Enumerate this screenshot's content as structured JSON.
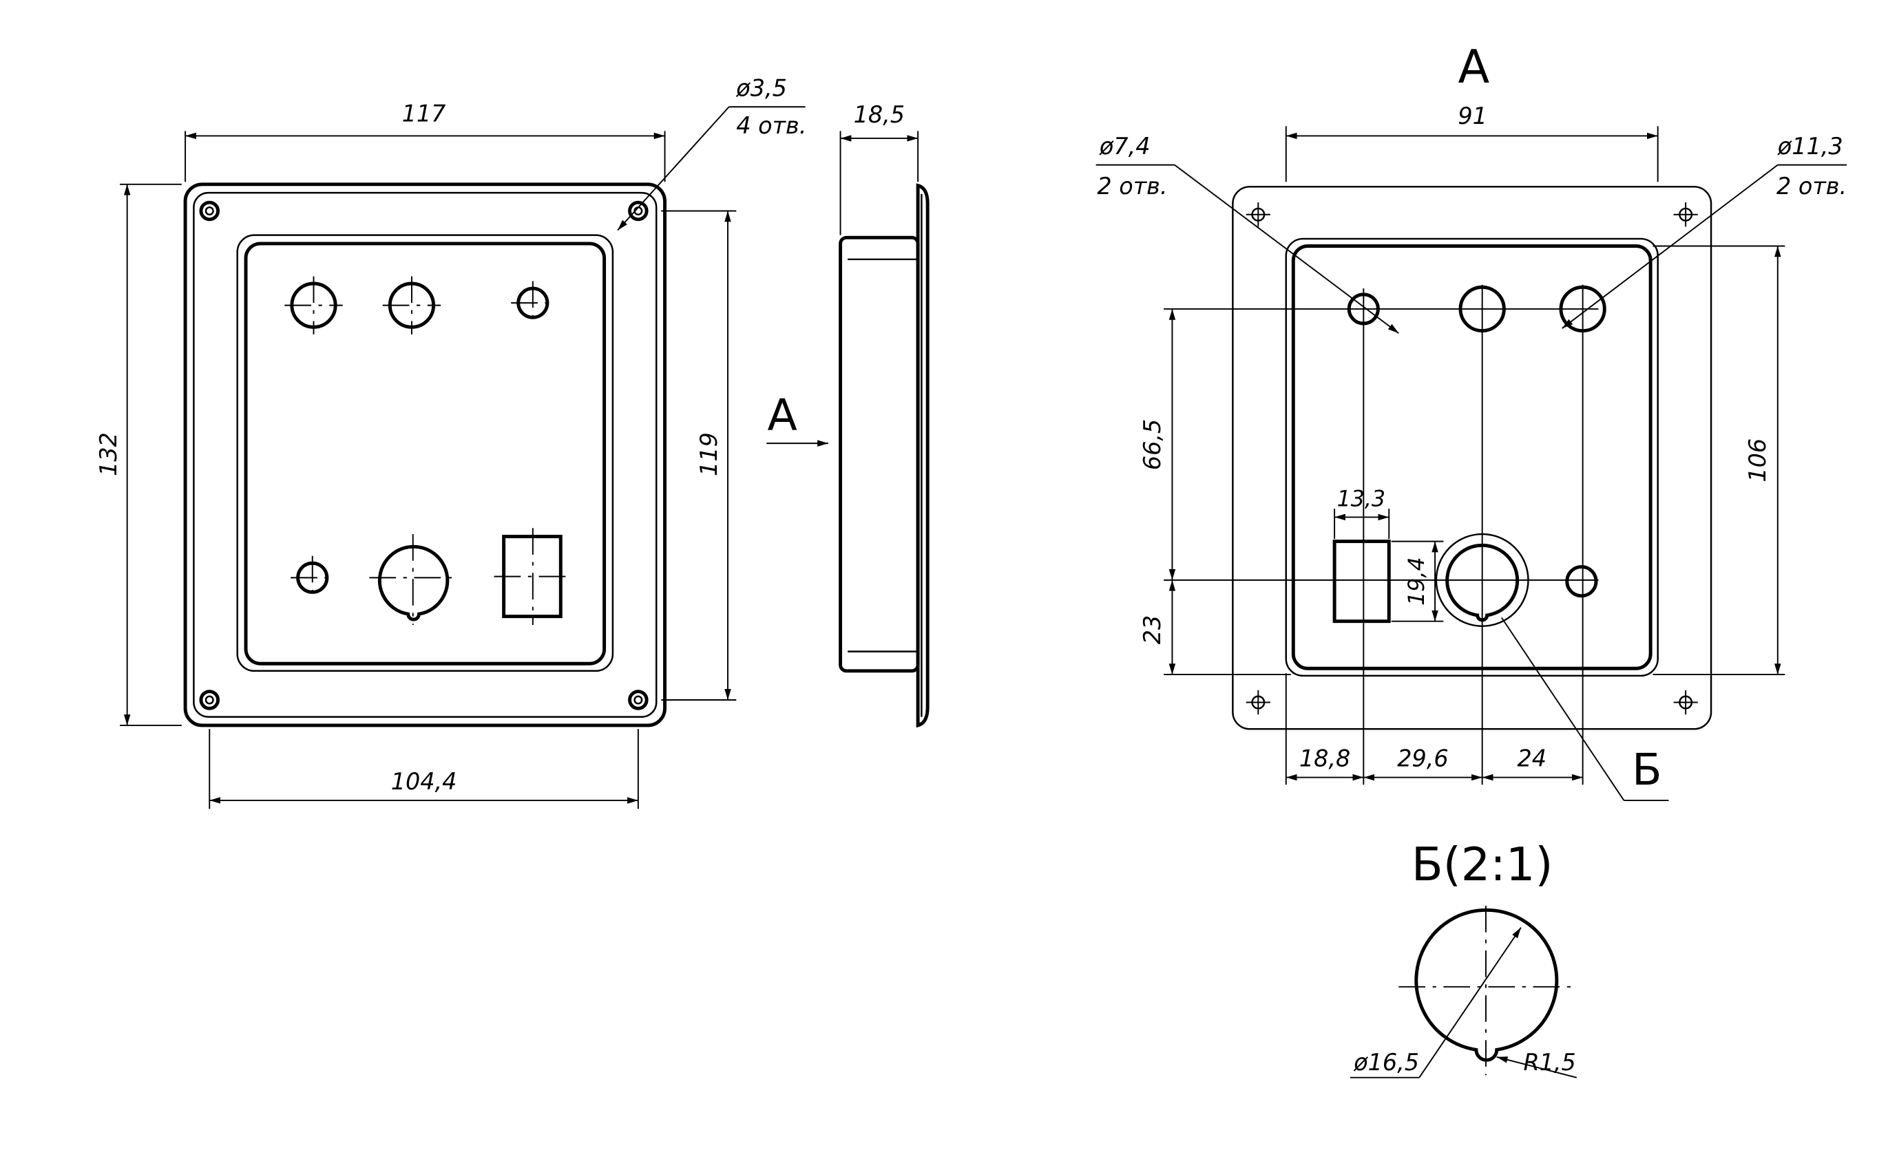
{
  "front_view": {
    "dim_width": "117",
    "dim_height": "132",
    "dim_inner_height": "119",
    "dim_hole_spacing": "104,4",
    "hole_diameter": "ø3,5",
    "hole_count": "4 отв."
  },
  "side_view": {
    "dim_depth": "18,5",
    "view_arrow_label": "А"
  },
  "view_a": {
    "title": "А",
    "dim_width": "91",
    "dim_height": "106",
    "dim_row_spacing": "66,5",
    "dim_bottom_row": "23",
    "dim_col_1": "18,8",
    "dim_col_2": "29,6",
    "dim_col_3": "24",
    "dim_cutout_width": "13,3",
    "dim_cutout_height": "19,4",
    "small_hole_diameter": "ø7,4",
    "small_hole_count": "2 отв.",
    "large_hole_diameter": "ø11,3",
    "large_hole_count": "2 отв.",
    "detail_callout": "Б"
  },
  "detail_b": {
    "title": "Б(2:1)",
    "diameter": "ø16,5",
    "notch_radius": "R1,5"
  }
}
